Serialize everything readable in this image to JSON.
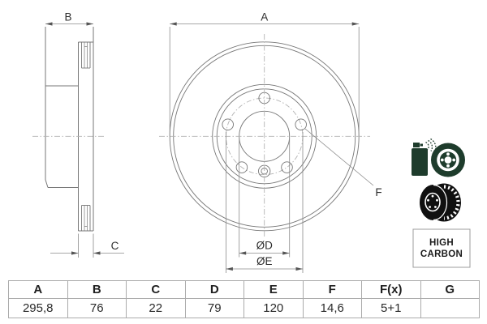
{
  "drawing": {
    "labels": {
      "dim_a": "A",
      "dim_b": "B",
      "dim_c": "C",
      "dim_d": "ØD",
      "dim_e": "ØE",
      "dim_f": "F"
    },
    "badge": {
      "line1": "HIGH",
      "line2": "CARBON"
    },
    "icons": [
      "coated-disc-spray-icon",
      "vented-disc-icon"
    ],
    "colors": {
      "line": "#777777",
      "dimension_line": "#8a8a8a",
      "centerline": "#b3b3b3",
      "text": "#2e2e2e",
      "icon_green": "#1e3c2c",
      "icon_black": "#101010",
      "table_border": "#ababab"
    }
  },
  "table": {
    "headers": [
      "A",
      "B",
      "C",
      "D",
      "E",
      "F",
      "F(x)",
      "G"
    ],
    "values": [
      "295,8",
      "76",
      "22",
      "79",
      "120",
      "14,6",
      "5+1",
      ""
    ]
  }
}
